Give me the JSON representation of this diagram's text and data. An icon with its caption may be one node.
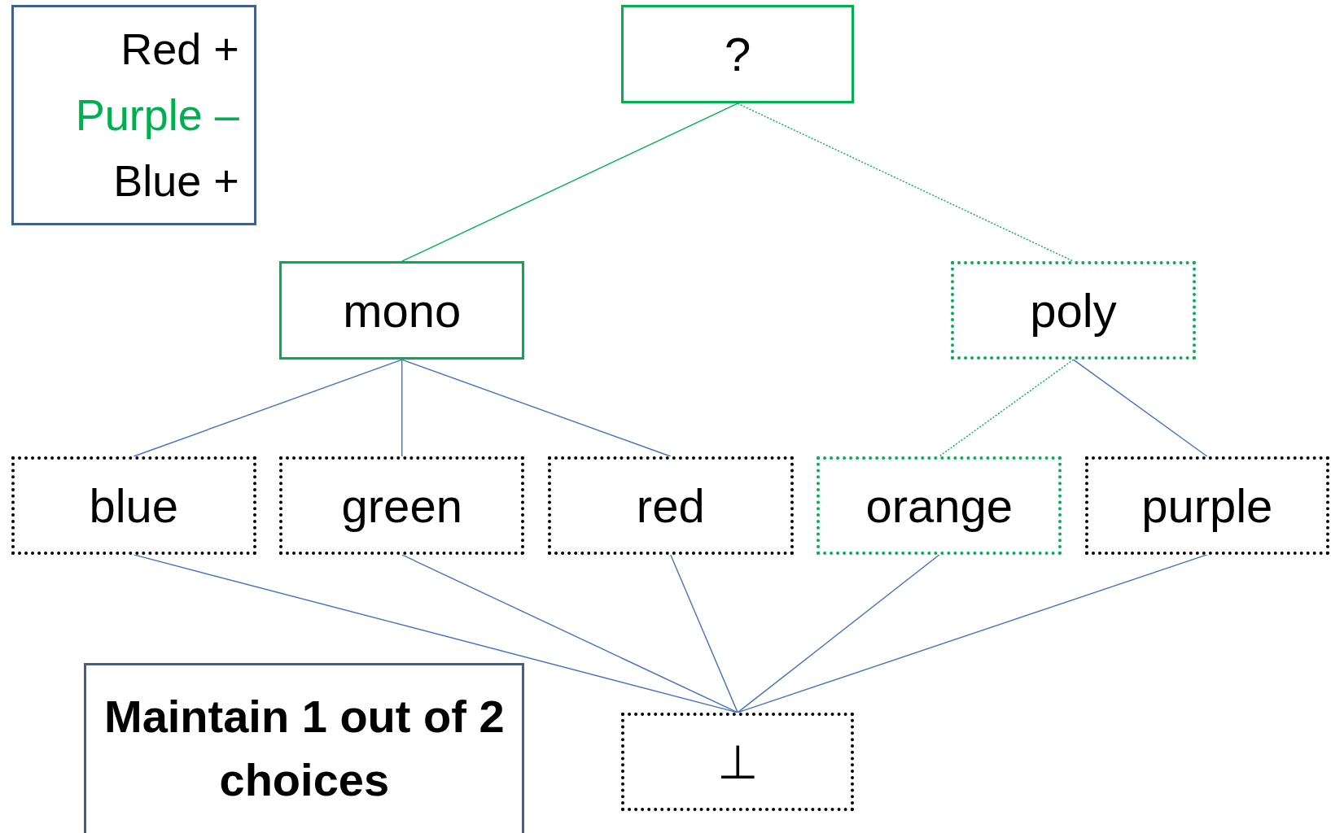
{
  "diagram": {
    "nodes": [
      {
        "text": [
          "Red +",
          "Purple –",
          "Blue +"
        ]
      },
      {
        "text": [
          "?"
        ]
      },
      {
        "text": [
          "mono"
        ]
      },
      {
        "text": [
          "poly"
        ]
      },
      {
        "text": [
          "blue"
        ]
      },
      {
        "text": [
          "green"
        ]
      },
      {
        "text": [
          "red"
        ]
      },
      {
        "text": [
          "orange"
        ]
      },
      {
        "text": [
          "purple"
        ]
      },
      {
        "text": [
          "Maintain 1 out of 2 choices"
        ]
      },
      {
        "text": [
          "⊥"
        ]
      }
    ],
    "edges": [
      {
        "from": 1,
        "to": 2,
        "arrow": "none",
        "color": "#00b050"
      },
      {
        "from": 1,
        "to": 3,
        "arrow": "none",
        "style": "dashed",
        "color": "#00b050"
      },
      {
        "from": 2,
        "to": 4,
        "arrow": "none"
      },
      {
        "from": 2,
        "to": 5,
        "arrow": "none"
      },
      {
        "from": 2,
        "to": 6,
        "arrow": "none"
      },
      {
        "from": 3,
        "to": 7,
        "arrow": "none",
        "style": "dashed",
        "color": "#00b050"
      },
      {
        "from": 3,
        "to": 8,
        "arrow": "none"
      },
      {
        "from": 4,
        "to": 10,
        "arrow": "none"
      },
      {
        "from": 5,
        "to": 10,
        "arrow": "none"
      },
      {
        "from": 6,
        "to": 10,
        "arrow": "none"
      },
      {
        "from": 7,
        "to": 10,
        "arrow": "none"
      },
      {
        "from": 8,
        "to": 10,
        "arrow": "none"
      }
    ]
  }
}
